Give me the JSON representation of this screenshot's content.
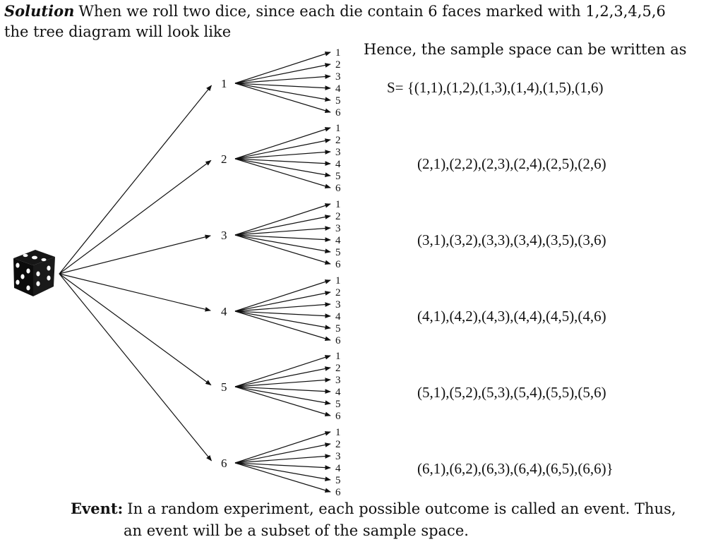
{
  "intro": {
    "label": "Solution",
    "line1": "When we roll two dice, since each die contain 6 faces marked with 1,2,3,4,5,6",
    "line2": "the tree diagram will look like"
  },
  "hence_text": "Hence, the sample space can be written as",
  "first_die": [
    "1",
    "2",
    "3",
    "4",
    "5",
    "6"
  ],
  "second_die": [
    "1",
    "2",
    "3",
    "4",
    "5",
    "6"
  ],
  "sample_space": {
    "prefix": "S=",
    "rows": [
      "{(1,1),(1,2),(1,3),(1,4),(1,5),(1,6)",
      "(2,1),(2,2),(2,3),(2,4),(2,5),(2,6)",
      "(3,1),(3,2),(3,3),(3,4),(3,5),(3,6)",
      "(4,1),(4,2),(4,3),(4,4),(4,5),(4,6)",
      "(5,1),(5,2),(5,3),(5,4),(5,5),(5,6)",
      "(6,1),(6,2),(6,3),(6,4),(6,5),(6,6)}"
    ]
  },
  "event": {
    "label": "Event:",
    "line1": "In a random experiment, each possible outcome is called an event.  Thus,",
    "line2": "an event will be a subset of the sample space."
  },
  "icons": {
    "die": "die-icon"
  },
  "colors": {
    "ink": "#111111",
    "die": "#161616"
  }
}
